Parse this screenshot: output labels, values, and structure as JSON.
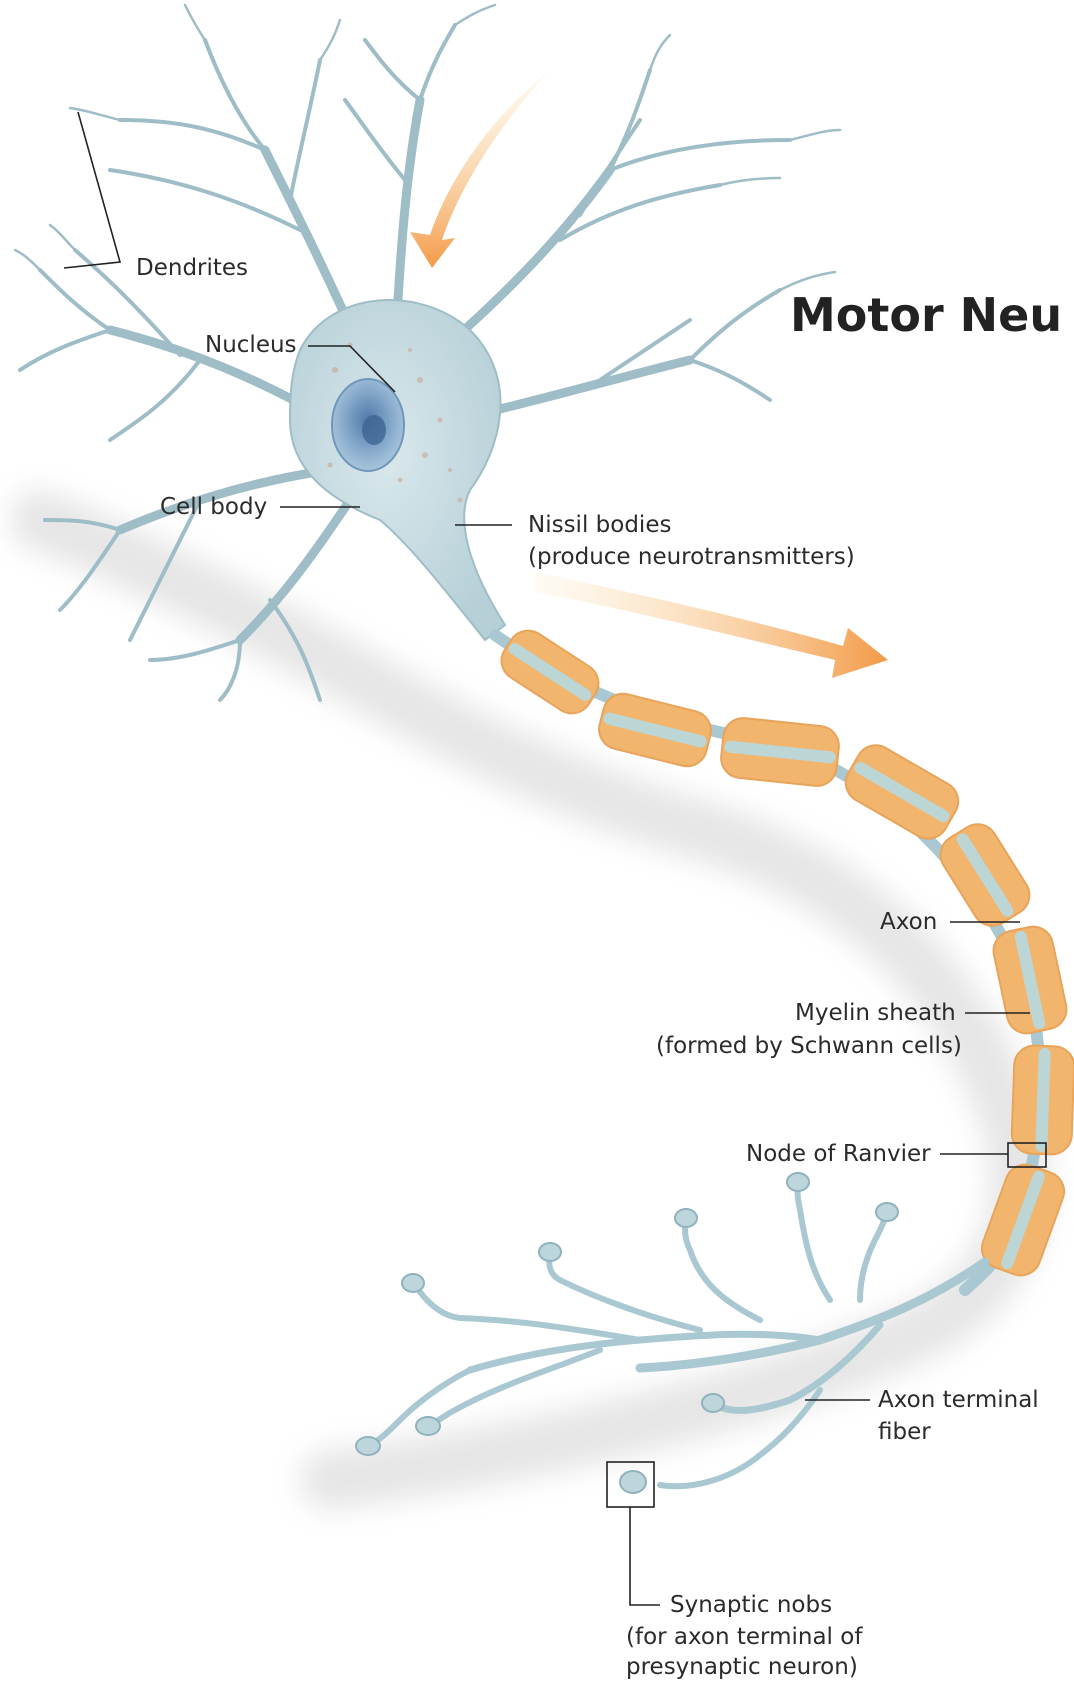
{
  "title": "Motor Neu",
  "labels": {
    "dendrites": "Dendrites",
    "nucleus": "Nucleus",
    "cell_body": "Cell body",
    "nissil_1": "Nissil bodies",
    "nissil_2": "(produce neurotransmitters)",
    "axon": "Axon",
    "myelin_1": "Myelin sheath",
    "myelin_2": "(formed by Schwann cells)",
    "node": "Node of Ranvier",
    "terminal_1": "Axon terminal",
    "terminal_2": "fiber",
    "synaptic_1": "Synaptic nobs",
    "synaptic_2": "(for axon terminal of",
    "synaptic_3": "presynaptic neuron)"
  },
  "colors": {
    "neuron_body": "#c9dde2",
    "neuron_outline": "#8fb2bd",
    "nucleus": "#7fa3c6",
    "myelin": "#f2b56e",
    "myelin_core": "#bdd6d7",
    "signal_arrow": "#f5a255",
    "leader_line": "#222222"
  }
}
